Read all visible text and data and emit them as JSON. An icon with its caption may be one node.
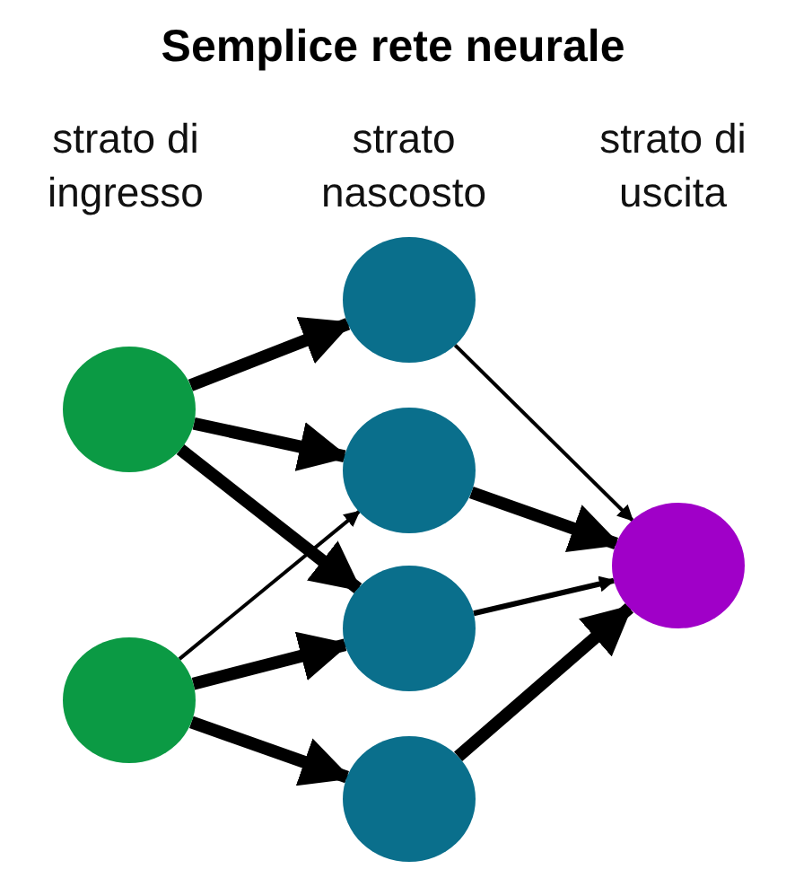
{
  "diagram": {
    "title": "Semplice rete neurale",
    "nodes": [
      {
        "text": [],
        "shape": "circle"
      },
      {
        "text": [],
        "shape": "circle"
      },
      {
        "text": [],
        "shape": "circle"
      },
      {
        "text": [],
        "shape": "circle"
      },
      {
        "text": [],
        "shape": "circle"
      },
      {
        "text": [],
        "shape": "circle"
      },
      {
        "text": [],
        "shape": "circle"
      }
    ],
    "edges": [
      {
        "from": 0,
        "to": 2,
        "arrow": "to"
      },
      {
        "from": 0,
        "to": 3,
        "arrow": "to"
      },
      {
        "from": 0,
        "to": 4,
        "arrow": "to"
      },
      {
        "from": 1,
        "to": 3,
        "arrow": "to"
      },
      {
        "from": 1,
        "to": 4,
        "arrow": "to"
      },
      {
        "from": 1,
        "to": 5,
        "arrow": "to"
      },
      {
        "from": 2,
        "to": 6,
        "arrow": "to"
      },
      {
        "from": 3,
        "to": 6,
        "arrow": "to"
      },
      {
        "from": 4,
        "to": 6,
        "arrow": "to"
      },
      {
        "from": 5,
        "to": 6,
        "arrow": "to"
      }
    ],
    "labels": [
      "strato di ingresso",
      "strato nascosto",
      "strato di uscita"
    ]
  }
}
